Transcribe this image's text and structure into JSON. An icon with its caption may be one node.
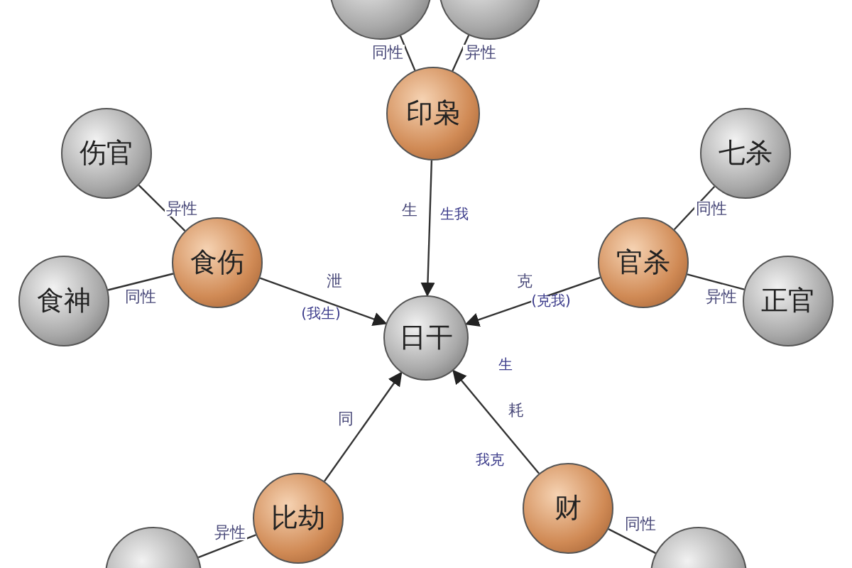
{
  "diagram": {
    "nodes": [
      {
        "text": [
          "印枭"
        ]
      },
      {
        "text": [],
        "shape": "circle"
      },
      {
        "text": [],
        "shape": "circle"
      },
      {
        "text": [
          "伤官"
        ]
      },
      {
        "text": [
          "食神"
        ]
      },
      {
        "text": [
          "食伤"
        ]
      },
      {
        "text": [
          "日干"
        ]
      },
      {
        "text": [
          "官杀"
        ]
      },
      {
        "text": [
          "七杀"
        ]
      },
      {
        "text": [
          "正官"
        ]
      },
      {
        "text": [
          "比劫"
        ]
      },
      {
        "text": [],
        "shape": "circle"
      },
      {
        "text": [
          "财"
        ]
      },
      {
        "text": [],
        "shape": "circle"
      }
    ],
    "edges": [
      {
        "from": 1,
        "to": 0,
        "arrow": "none",
        "label": "同性"
      },
      {
        "from": 2,
        "to": 0,
        "arrow": "none",
        "label": "异性"
      },
      {
        "from": 0,
        "to": 6,
        "arrow": "to",
        "label": "生"
      },
      {
        "from": 3,
        "to": 5,
        "arrow": "none",
        "label": "异性"
      },
      {
        "from": 4,
        "to": 5,
        "arrow": "none",
        "label": "同性"
      },
      {
        "from": 5,
        "to": 6,
        "arrow": "to",
        "label": "泄"
      },
      {
        "from": 7,
        "to": 6,
        "arrow": "to",
        "label": "克"
      },
      {
        "from": 8,
        "to": 7,
        "arrow": "none",
        "label": "同性"
      },
      {
        "from": 9,
        "to": 7,
        "arrow": "none",
        "label": "异性"
      },
      {
        "from": 10,
        "to": 6,
        "arrow": "to",
        "label": "同"
      },
      {
        "from": 11,
        "to": 10,
        "arrow": "none",
        "label": "异性"
      },
      {
        "from": 12,
        "to": 6,
        "arrow": "to",
        "label": "耗"
      },
      {
        "from": 13,
        "to": 12,
        "arrow": "none",
        "label": "同性"
      }
    ],
    "labels": [
      "生我",
      "(我生)",
      "(克我)",
      "生",
      "我克"
    ]
  }
}
